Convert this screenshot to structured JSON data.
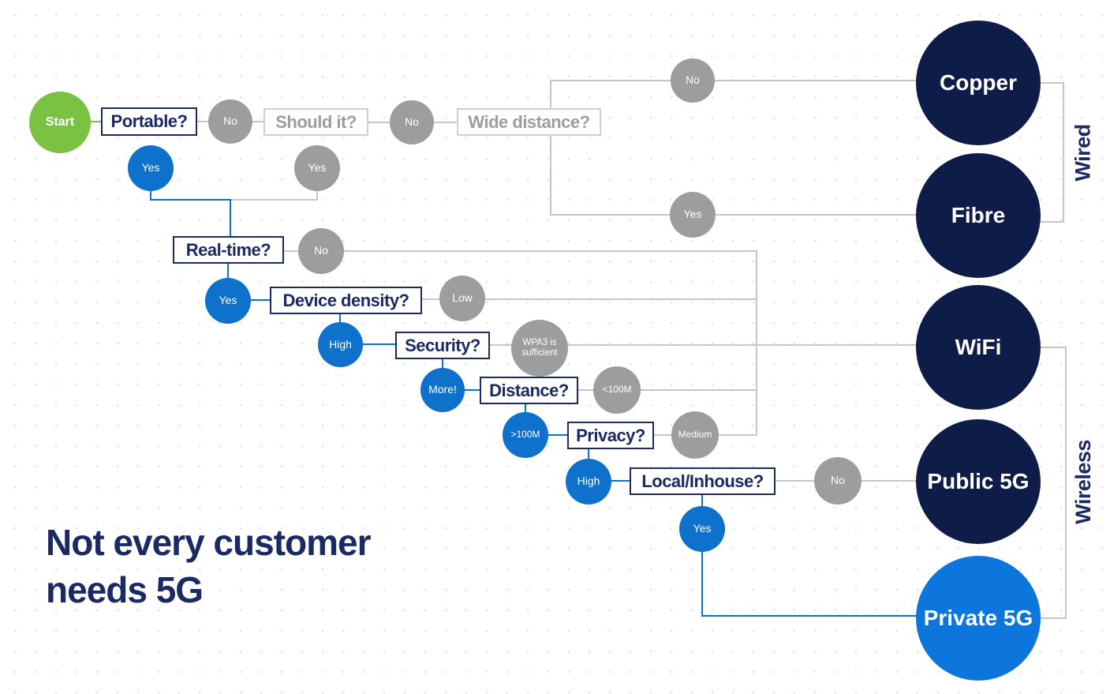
{
  "heading": {
    "line1": "Not every customer",
    "line2": "needs 5G"
  },
  "diagram": {
    "start": "Start",
    "questions": {
      "portable": "Portable?",
      "should_it": "Should it?",
      "wide_distance": "Wide distance?",
      "real_time": "Real-time?",
      "device_density": "Device density?",
      "security": "Security?",
      "distance": "Distance?",
      "privacy": "Privacy?",
      "local_inhouse": "Local/Inhouse?"
    },
    "answers": {
      "portable_no": "No",
      "portable_yes": "Yes",
      "should_it_no": "No",
      "should_it_yes": "Yes",
      "wide_distance_no": "No",
      "wide_distance_yes": "Yes",
      "real_time_no": "No",
      "real_time_yes": "Yes",
      "density_low": "Low",
      "density_high": "High",
      "security_wpa3": "WPA3 is sufficient",
      "security_more": "More!",
      "distance_lt100": "<100M",
      "distance_gt100": ">100M",
      "privacy_medium": "Medium",
      "privacy_high": "High",
      "local_no": "No",
      "local_yes": "Yes"
    },
    "outcomes": {
      "copper": "Copper",
      "fibre": "Fibre",
      "wifi": "WiFi",
      "public5g": "Public 5G",
      "private5g": "Private 5G"
    },
    "groups": {
      "wired": "Wired",
      "wireless": "Wireless"
    }
  },
  "colors": {
    "start_green": "#7cc242",
    "answer_blue": "#0e71cc",
    "answer_gray": "#9d9d9d",
    "outcome_navy": "#0e1c48",
    "private5g_blue": "#0d76dd",
    "text_navy": "#1b2a63",
    "line_gray": "#c6c6c6"
  }
}
